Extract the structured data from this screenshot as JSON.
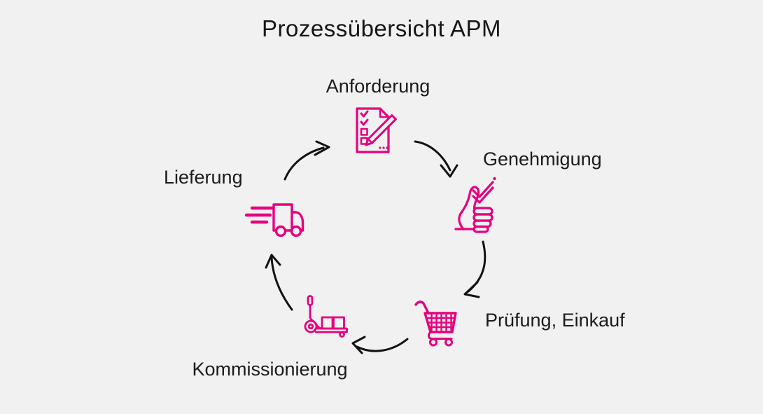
{
  "title": "Prozessübersicht APM",
  "colors": {
    "background": "#F1F1F1",
    "accent_pink": "#E6007E",
    "text": "#1B1B1B",
    "arrow": "#121212"
  },
  "steps": [
    {
      "id": "anforderung",
      "label": "Anforderung",
      "icon": "checklist-pencil-icon"
    },
    {
      "id": "genehmigung",
      "label": "Genehmigung",
      "icon": "thumbs-up-check-icon"
    },
    {
      "id": "pruefung-einkauf",
      "label": "Prüfung, Einkauf",
      "icon": "shopping-cart-icon"
    },
    {
      "id": "kommissionierung",
      "label": "Kommissionierung",
      "icon": "pallet-jack-icon"
    },
    {
      "id": "lieferung",
      "label": "Lieferung",
      "icon": "delivery-truck-icon"
    }
  ],
  "flow": {
    "shape": "cycle",
    "direction": "clockwise",
    "arrows": [
      {
        "from": "Lieferung",
        "to": "Anforderung"
      },
      {
        "from": "Anforderung",
        "to": "Genehmigung"
      },
      {
        "from": "Genehmigung",
        "to": "Prüfung, Einkauf"
      },
      {
        "from": "Prüfung, Einkauf",
        "to": "Kommissionierung"
      },
      {
        "from": "Kommissionierung",
        "to": "Lieferung"
      }
    ]
  }
}
